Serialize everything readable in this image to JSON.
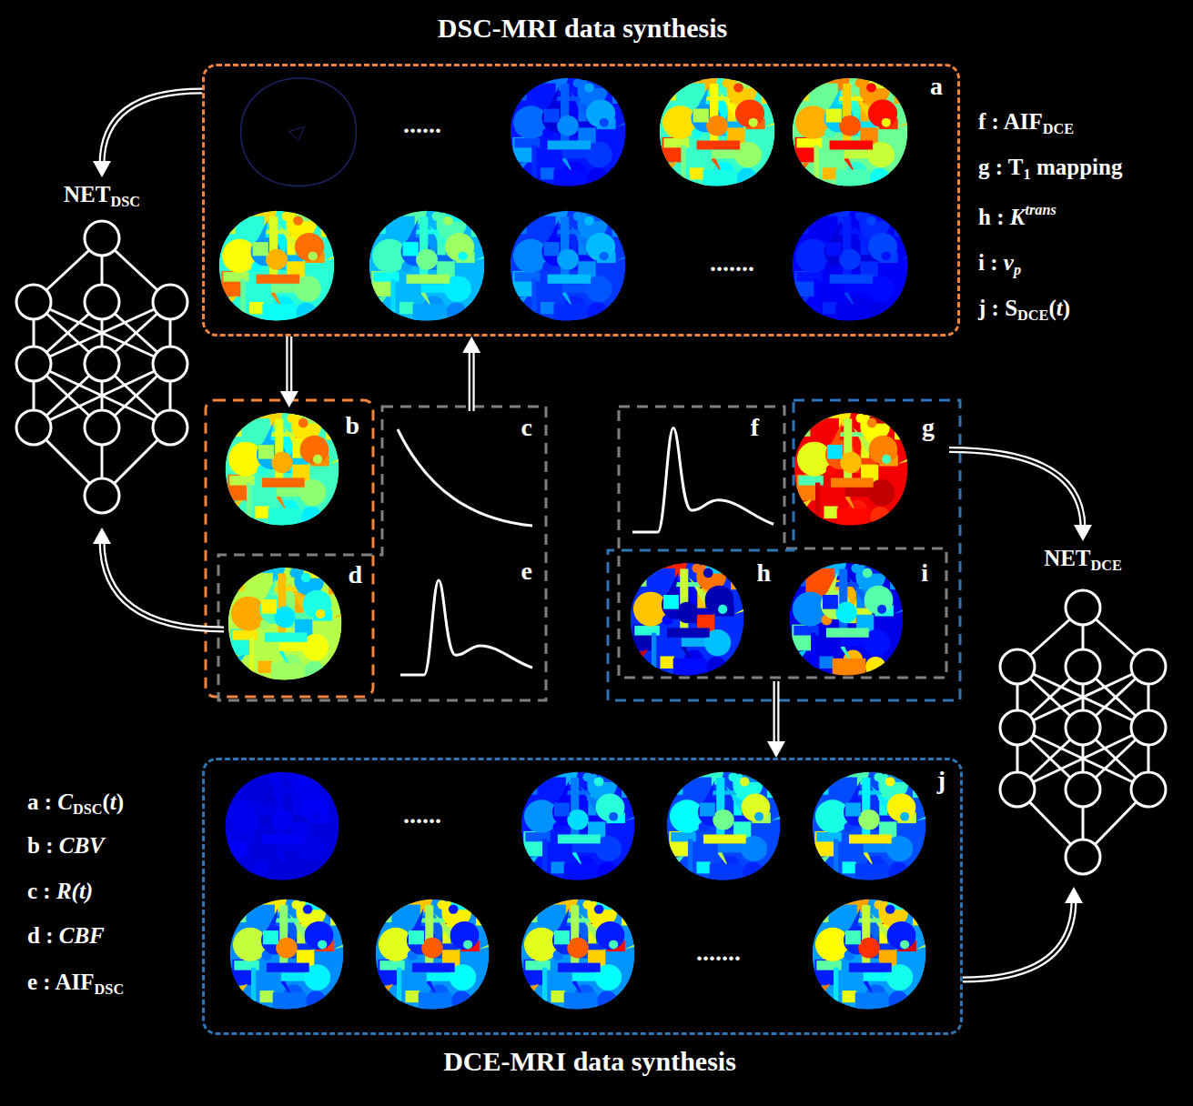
{
  "diagram": {
    "title": "DSC-MRI data synthesis",
    "caption": "DCE-MRI data synthesis",
    "nodes": [
      {
        "text": [
          "a",
          "......",
          "......."
        ]
      },
      {
        "text": [
          "NETDSC"
        ]
      },
      {
        "text": [
          "b"
        ]
      },
      {
        "text": [
          "c"
        ]
      },
      {
        "text": [
          "d"
        ]
      },
      {
        "text": [
          "e"
        ]
      },
      {
        "text": [
          "f"
        ]
      },
      {
        "text": [
          "g"
        ]
      },
      {
        "text": [
          "h"
        ]
      },
      {
        "text": [
          "i"
        ]
      },
      {
        "text": [
          "NETDCE"
        ]
      },
      {
        "text": [
          "j",
          "......",
          "......."
        ]
      }
    ],
    "edges": [
      {
        "from": 0,
        "to": 1,
        "arrow": "to"
      },
      {
        "from": 4,
        "to": 1,
        "arrow": "to"
      },
      {
        "from": 0,
        "to": 2,
        "arrow": "to"
      },
      {
        "from": 3,
        "to": 0,
        "arrow": "to"
      },
      {
        "from": 7,
        "to": 10,
        "arrow": "to"
      },
      {
        "from": 8,
        "to": 11,
        "arrow": "to"
      },
      {
        "from": 11,
        "to": 10,
        "arrow": "to"
      }
    ],
    "labels": [
      "f : AIFDCE",
      "g : T1 mapping",
      "h : Ktrans",
      "i : vp",
      "j : SDCE(t)",
      "a : CDSC(t)",
      "b : CBV",
      "c : R(t)",
      "d : CBF",
      "e : AIFDSC"
    ]
  }
}
